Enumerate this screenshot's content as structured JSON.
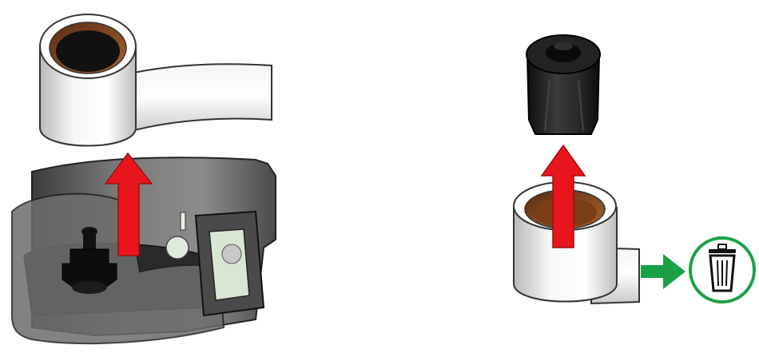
{
  "steps": [
    {
      "id": "remove-label-roll",
      "action": "lift-up",
      "arrow_color": "#e8161c"
    },
    {
      "id": "remove-spindle-core",
      "action": "lift-up",
      "arrow_color": "#e8161c"
    },
    {
      "id": "discard-used-roll",
      "action": "move-right",
      "arrow_color": "#1aa146"
    }
  ],
  "icons": {
    "trash": "trash-can-icon",
    "trash_ring_color": "#1aa146"
  }
}
